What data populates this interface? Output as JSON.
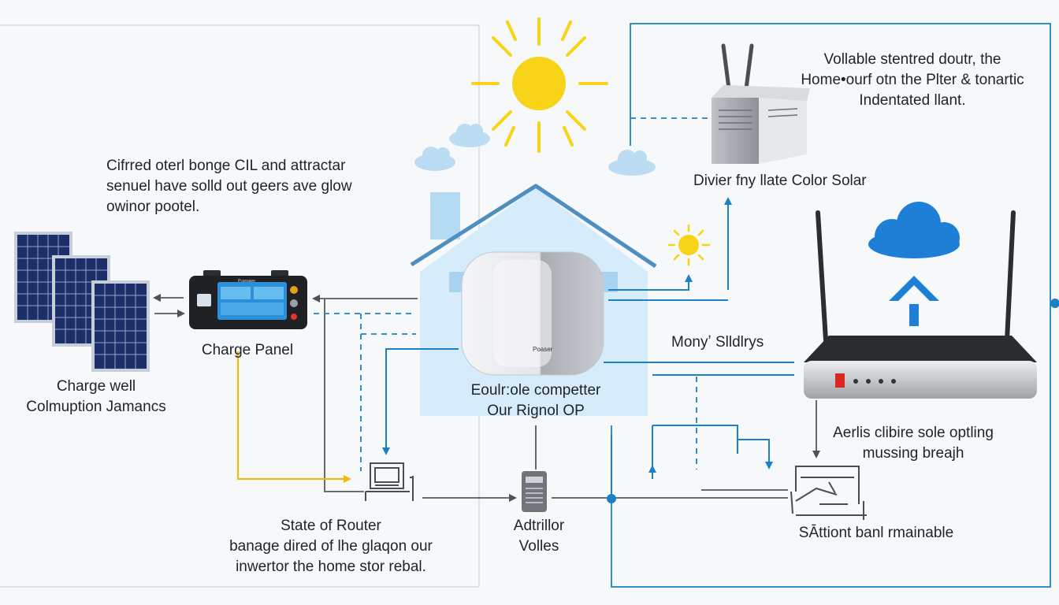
{
  "labels": {
    "top_right_note": [
      "Vollable stentred doutr, the",
      "Home•ourf otn the Plter & tonartic",
      "Indentated llant."
    ],
    "top_left_note": [
      "Cifrred oterl bonge CIL and attractar",
      "senuel have solld out geers ave glow",
      "owinor pootel."
    ],
    "router_top_caption": "Divier fny llate Color Solar",
    "charge_panel": "Charge Panel",
    "panels_caption": [
      "Charge well",
      "Colmuption Jamancs"
    ],
    "house_caption": [
      "Eoulr:ole competter",
      "Our Rignol OP"
    ],
    "mony_label": "Monyʼ Slldlrys",
    "right_note": [
      "Aerlis clibire sole optling",
      "mussing breajh"
    ],
    "state_router": [
      "State of Router",
      "banage dired of lhe glaqon our",
      "inwertor the home stor rebal."
    ],
    "adtrilor": [
      "Adtrillor",
      "Volles"
    ],
    "station_label": "SĀttiont banl rmainable"
  },
  "device_texts": {
    "controller_brand": "Pcsesaee",
    "inverter_brand": "Poaser"
  },
  "icons": [
    "sun-icon",
    "small-sun-icon",
    "cloud-icon",
    "solar-panel-icon",
    "charge-controller-icon",
    "inverter-icon",
    "router-icon",
    "cloud-upload-icon",
    "monitor-icon",
    "meter-icon",
    "battery-station-icon"
  ],
  "colors": {
    "accent_blue": "#1a82c4",
    "accent_yellow": "#f2c80f",
    "sun_yellow": "#f7d417",
    "house_fill": "#d6ecfa",
    "line_gray": "#555a60",
    "cloud_blue": "#1f7fd6"
  }
}
